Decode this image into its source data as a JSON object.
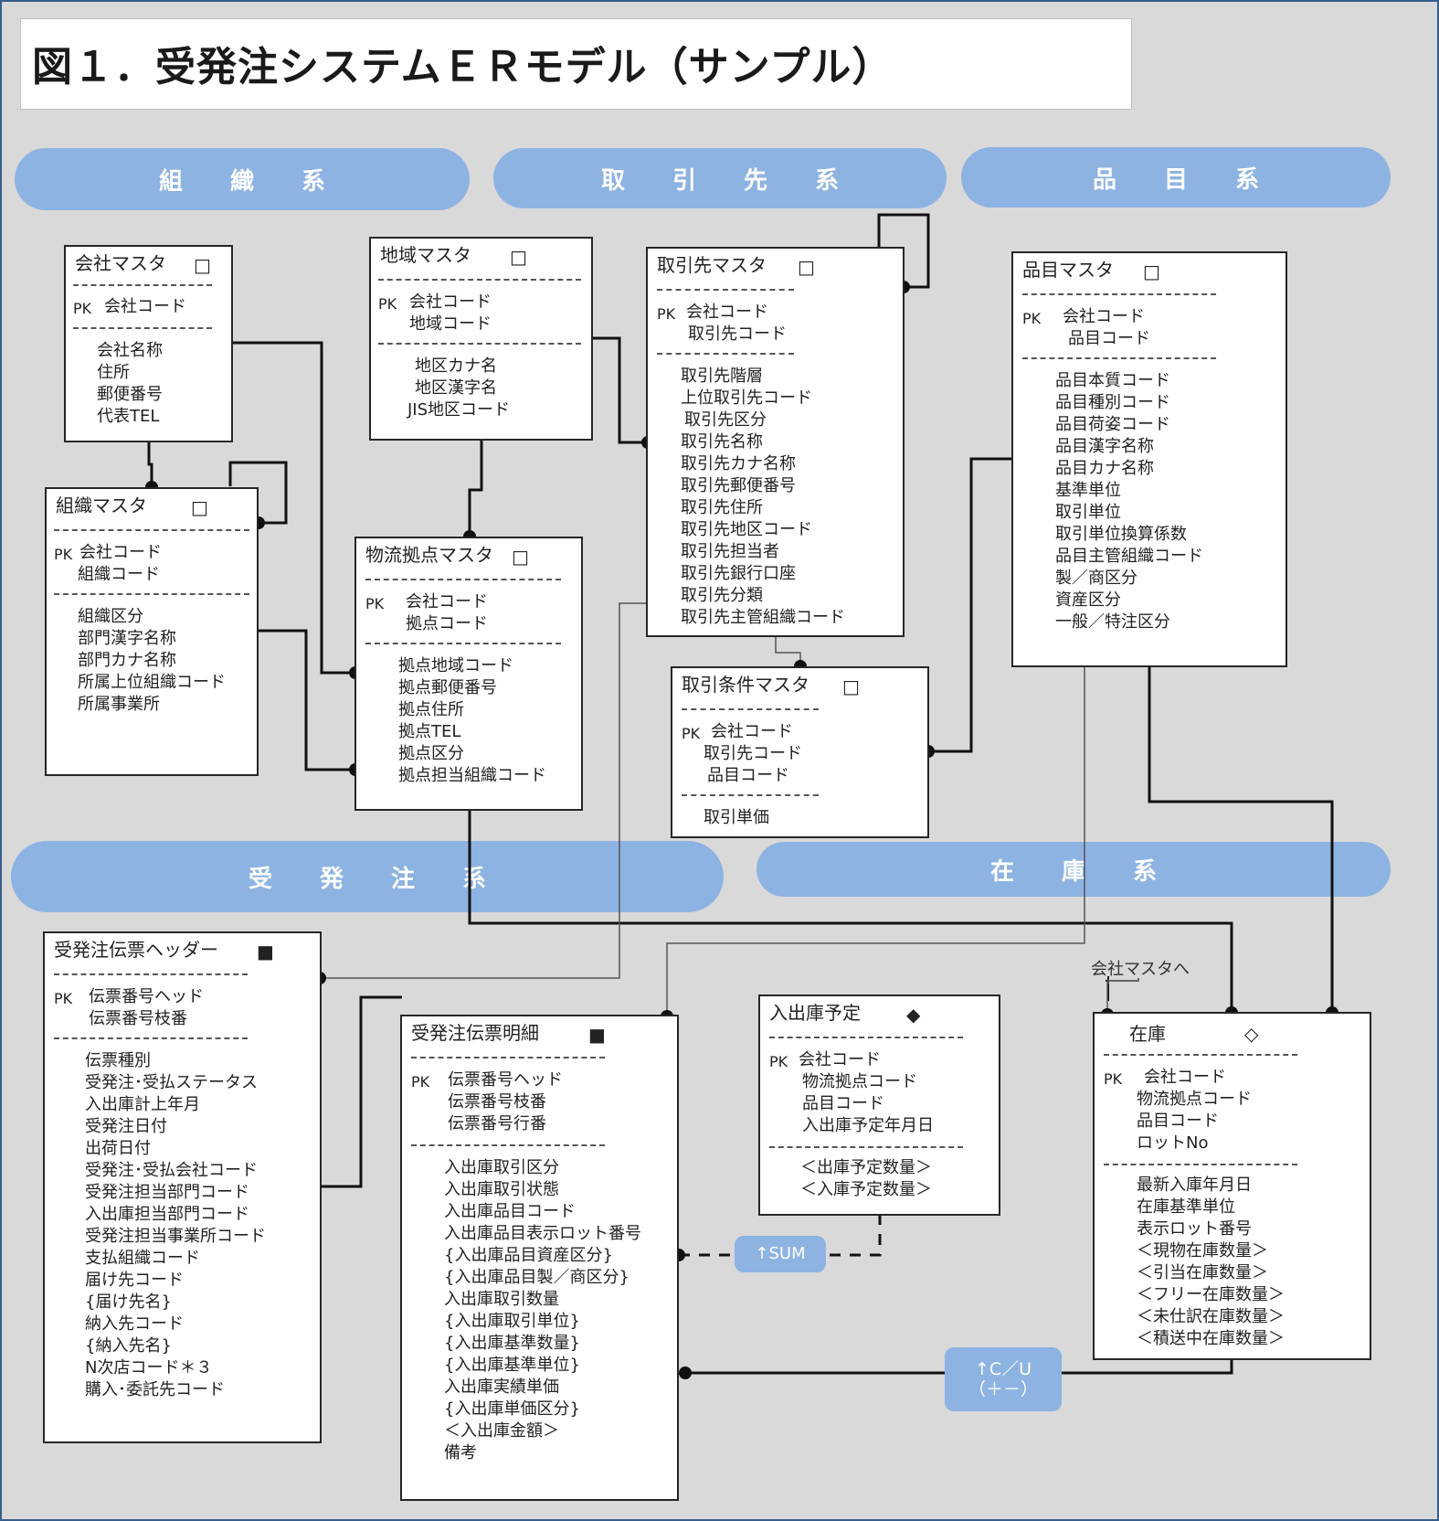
{
  "title": "図１．受発注システムＥＲモデル（サンプル）",
  "categories": {
    "org": "組織系",
    "partner": "取引先系",
    "item": "品目系",
    "order": "受発注系",
    "stock": "在庫系"
  },
  "entities": {
    "company": {
      "name": "会社マスタ",
      "mark": "□",
      "pk_label": "PK",
      "keys": [
        "会社コード"
      ],
      "attrs": [
        "会社名称",
        "住所",
        "郵便番号",
        "代表TEL"
      ]
    },
    "region": {
      "name": "地域マスタ",
      "mark": "□",
      "pk_label": "PK",
      "keys": [
        "会社コード",
        "地域コード"
      ],
      "attrs": [
        "地区カナ名",
        "地区漢字名",
        "JIS地区コード"
      ]
    },
    "partner": {
      "name": "取引先マスタ",
      "mark": "□",
      "pk_label": "PK",
      "keys": [
        "会社コード",
        "取引先コード"
      ],
      "attrs": [
        "取引先階層",
        "上位取引先コード",
        "取引先区分",
        "取引先名称",
        "取引先カナ名称",
        "取引先郵便番号",
        "取引先住所",
        "取引先地区コード",
        "取引先担当者",
        "取引先銀行口座",
        "取引先分類",
        "取引先主管組織コード"
      ]
    },
    "item": {
      "name": "品目マスタ",
      "mark": "□",
      "pk_label": "PK",
      "keys": [
        "会社コード",
        "品目コード"
      ],
      "attrs": [
        "品目本質コード",
        "品目種別コード",
        "品目荷姿コード",
        "品目漢字名称",
        "品目カナ名称",
        "基準単位",
        "取引単位",
        "取引単位換算係数",
        "品目主管組織コード",
        "製／商区分",
        "資産区分",
        "一般／特注区分"
      ]
    },
    "org": {
      "name": "組織マスタ",
      "mark": "□",
      "pk_label": "PK",
      "keys": [
        "会社コード",
        "組織コード"
      ],
      "attrs": [
        "組織区分",
        "部門漢字名称",
        "部門カナ名称",
        "所属上位組織コード",
        "所属事業所"
      ]
    },
    "logistics": {
      "name": "物流拠点マスタ",
      "mark": "□",
      "pk_label": "PK",
      "keys": [
        "会社コード",
        "拠点コード"
      ],
      "attrs": [
        "拠点地域コード",
        "拠点郵便番号",
        "拠点住所",
        "拠点TEL",
        "拠点区分",
        "拠点担当組織コード"
      ]
    },
    "terms": {
      "name": "取引条件マスタ",
      "mark": "□",
      "pk_label": "PK",
      "keys": [
        "会社コード",
        "取引先コード",
        "品目コード"
      ],
      "attrs": [
        "取引単価"
      ]
    },
    "order_header": {
      "name": "受発注伝票ヘッダー",
      "mark": "■",
      "pk_label": "PK",
      "keys": [
        "伝票番号ヘッド",
        "伝票番号枝番"
      ],
      "attrs": [
        "伝票種別",
        "受発注･受払ステータス",
        "入出庫計上年月",
        "受発注日付",
        "出荷日付",
        "受発注･受払会社コード",
        "受発注担当部門コード",
        "入出庫担当部門コード",
        "受発注担当事業所コード",
        "支払組織コード",
        "届け先コード",
        "{届け先名}",
        "納入先コード",
        "{納入先名}",
        "N次店コード＊３",
        "購入･委託先コード"
      ]
    },
    "order_detail": {
      "name": "受発注伝票明細",
      "mark": "■",
      "pk_label": "PK",
      "keys": [
        "伝票番号ヘッド",
        "伝票番号枝番",
        "伝票番号行番"
      ],
      "attrs": [
        "入出庫取引区分",
        "入出庫取引状態",
        "入出庫品目コード",
        "入出庫品目表示ロット番号",
        "{入出庫品目資産区分}",
        "{入出庫品目製／商区分}",
        "入出庫取引数量",
        "{入出庫取引単位}",
        "{入出庫基準数量}",
        "{入出庫基準単位}",
        "入出庫実績単価",
        "{入出庫単価区分}",
        "＜入出庫金額＞",
        "備考"
      ]
    },
    "schedule": {
      "name": "入出庫予定",
      "mark": "◆",
      "pk_label": "PK",
      "keys": [
        "会社コード",
        "物流拠点コード",
        "品目コード",
        "入出庫予定年月日"
      ],
      "attrs": [
        "＜出庫予定数量＞",
        "＜入庫予定数量＞"
      ]
    },
    "stock": {
      "name": "在庫",
      "mark": "◇",
      "pk_label": "PK",
      "keys": [
        "会社コード",
        "物流拠点コード",
        "品目コード",
        "ロットNo"
      ],
      "attrs": [
        "最新入庫年月日",
        "在庫基準単位",
        "表示ロット番号",
        "＜現物在庫数量＞",
        "＜引当在庫数量＞",
        "＜フリー在庫数量＞",
        "＜未仕訳在庫数量＞",
        "＜積送中在庫数量＞"
      ]
    }
  },
  "annotations": {
    "sum": "↑SUM",
    "cu": "↑C／U\n（＋－）",
    "to_company": "会社マスタへ"
  }
}
